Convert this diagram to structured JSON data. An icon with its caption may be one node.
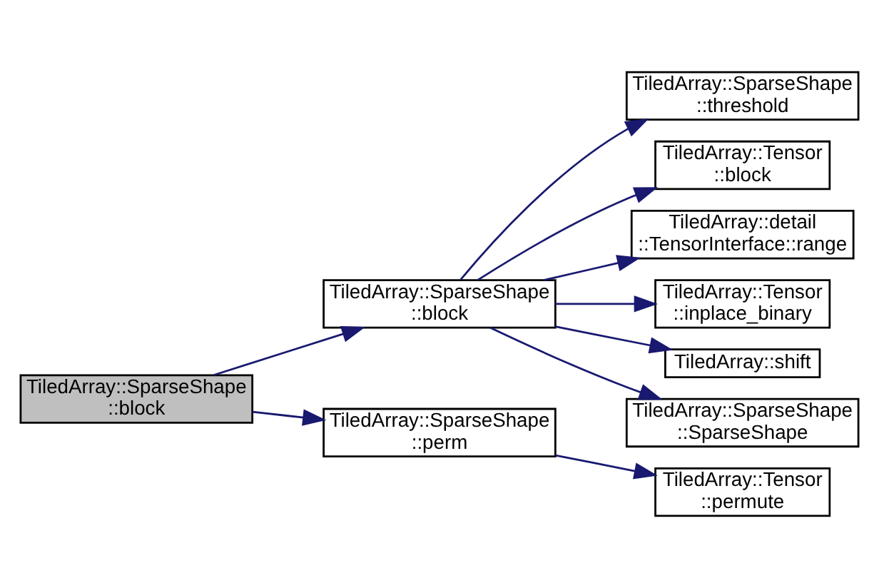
{
  "diagram": {
    "nodes": [
      {
        "text": [
          "TiledArray::SparseShape ::block"
        ]
      },
      {
        "text": [
          "TiledArray::SparseShape ::block"
        ]
      },
      {
        "text": [
          "TiledArray::SparseShape ::perm"
        ]
      },
      {
        "text": [
          "TiledArray::SparseShape ::threshold"
        ]
      },
      {
        "text": [
          "TiledArray::Tensor ::block"
        ]
      },
      {
        "text": [
          "TiledArray::detail ::TensorInterface::range"
        ]
      },
      {
        "text": [
          "TiledArray::Tensor ::inplace_binary"
        ]
      },
      {
        "text": [
          "TiledArray::shift"
        ]
      },
      {
        "text": [
          "TiledArray::SparseShape ::SparseShape"
        ]
      },
      {
        "text": [
          "TiledArray::Tensor ::permute"
        ]
      }
    ],
    "edges": [
      {
        "from": 0,
        "to": 1,
        "arrow": "to"
      },
      {
        "from": 0,
        "to": 2,
        "arrow": "to"
      },
      {
        "from": 1,
        "to": 3,
        "arrow": "to"
      },
      {
        "from": 1,
        "to": 4,
        "arrow": "to"
      },
      {
        "from": 1,
        "to": 5,
        "arrow": "to"
      },
      {
        "from": 1,
        "to": 6,
        "arrow": "to"
      },
      {
        "from": 1,
        "to": 7,
        "arrow": "to"
      },
      {
        "from": 1,
        "to": 8,
        "arrow": "to"
      },
      {
        "from": 2,
        "to": 9,
        "arrow": "to"
      }
    ]
  }
}
